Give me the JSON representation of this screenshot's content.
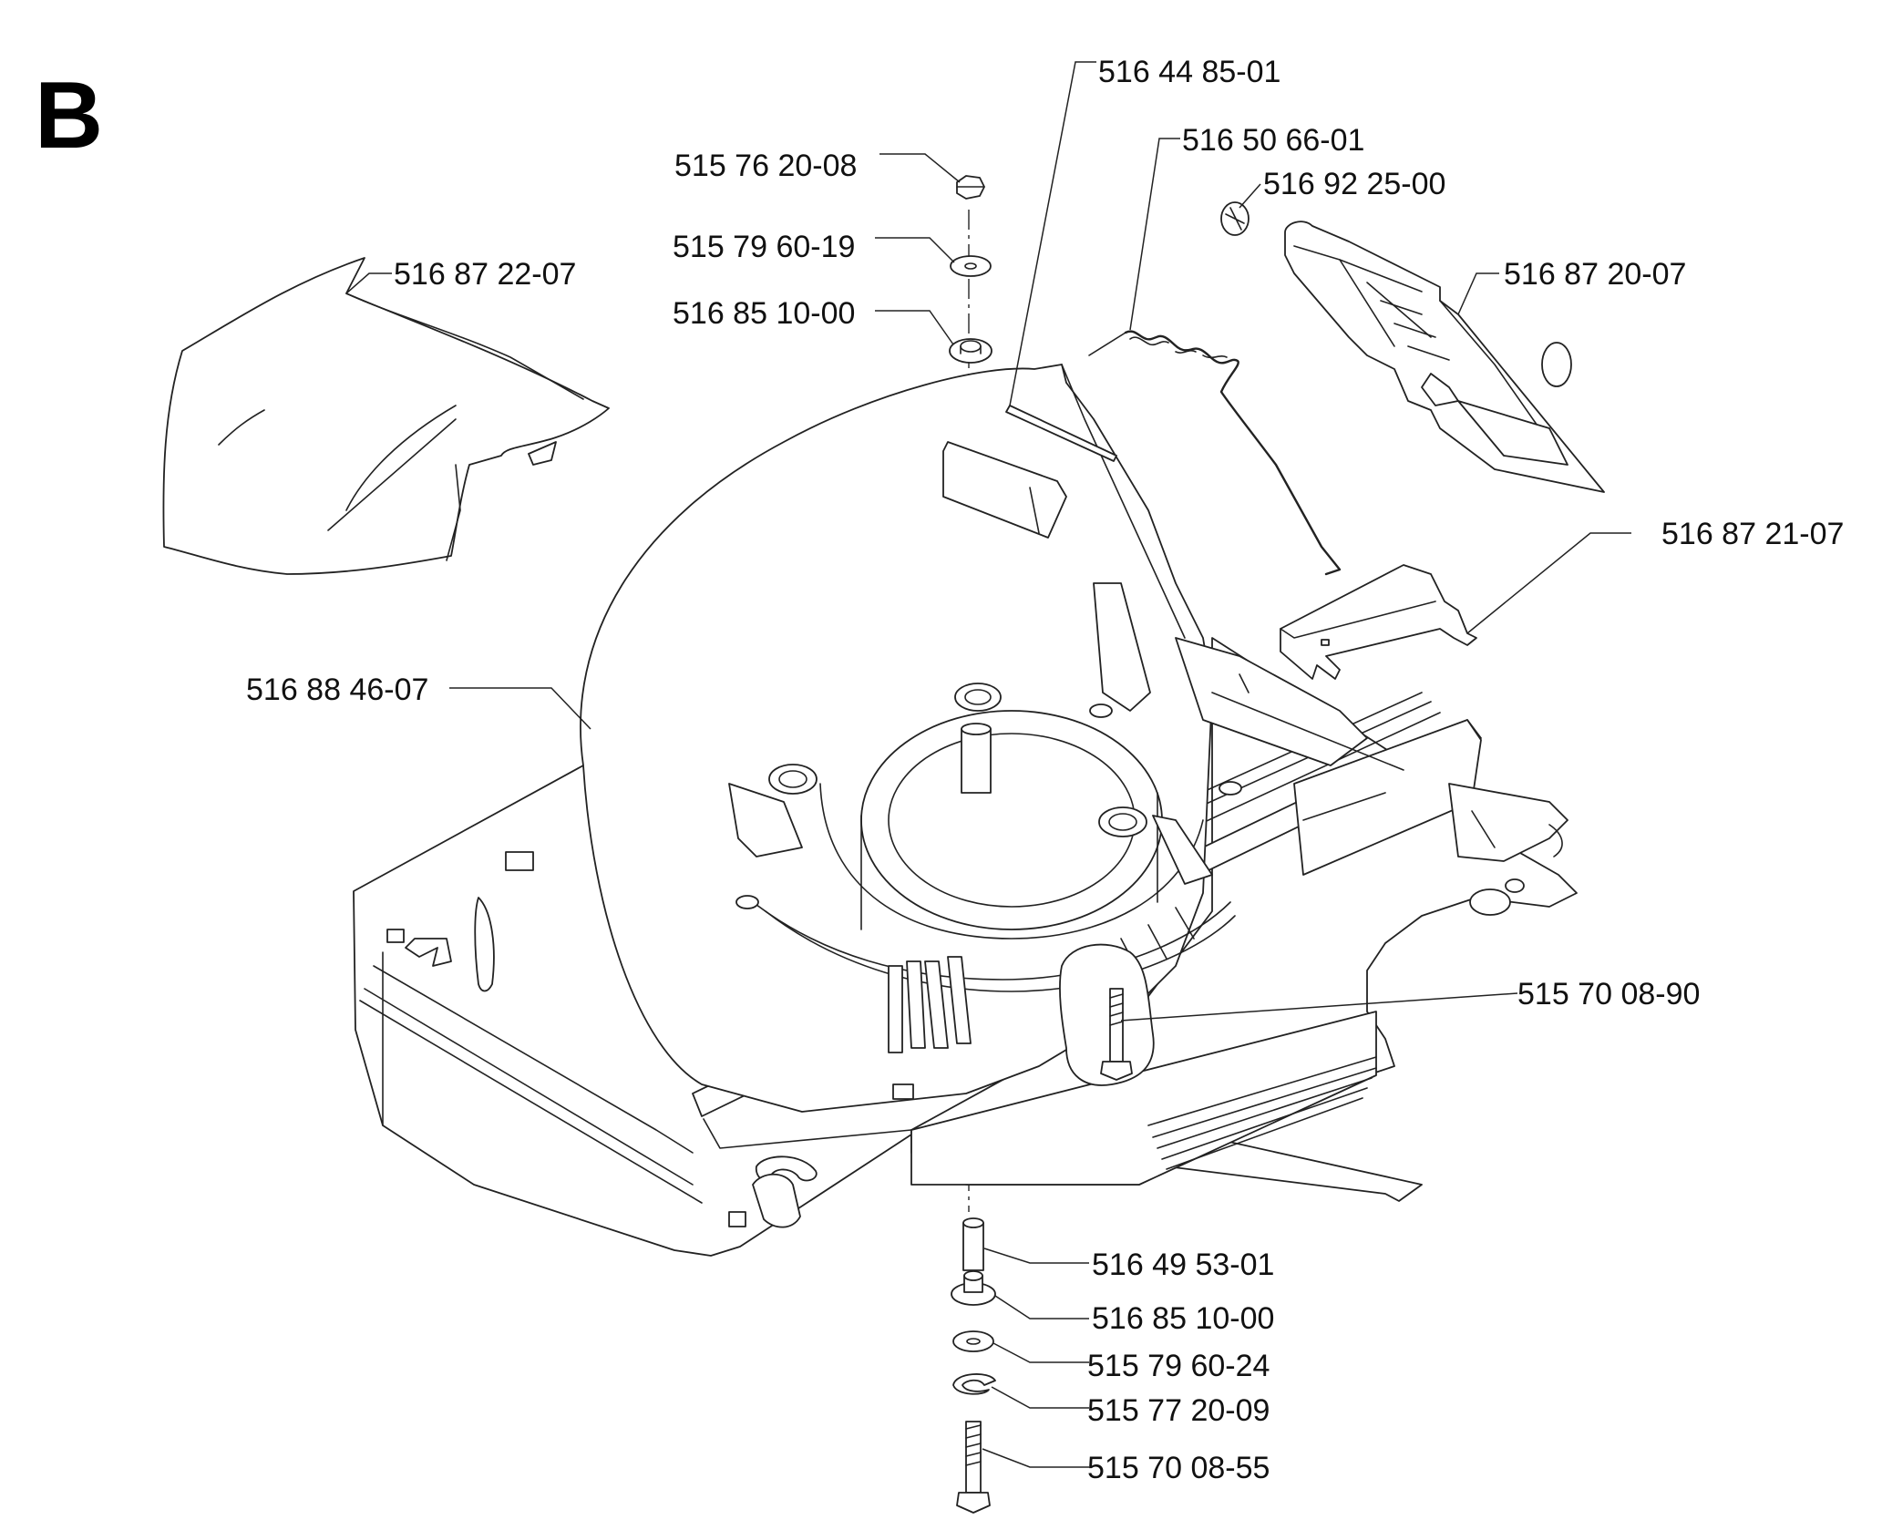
{
  "diagram": {
    "section_letter": "B",
    "parts": [
      {
        "id": "rear-flap",
        "label": "516 87 22-07"
      },
      {
        "id": "pin",
        "label": "516 44 85-01"
      },
      {
        "id": "spring",
        "label": "516 50 66-01"
      },
      {
        "id": "clip",
        "label": "516 92 25-00"
      },
      {
        "id": "lever",
        "label": "516 87 20-07"
      },
      {
        "id": "bracket",
        "label": "516 87 21-07"
      },
      {
        "id": "nut-top",
        "label": "515 76 20-08"
      },
      {
        "id": "washer-top",
        "label": "515 79 60-19"
      },
      {
        "id": "bushing-top",
        "label": "516 85 10-00"
      },
      {
        "id": "deck",
        "label": "516 88 46-07"
      },
      {
        "id": "bolt-side",
        "label": "515 70 08-90"
      },
      {
        "id": "spacer",
        "label": "516 49 53-01"
      },
      {
        "id": "bushing-bottom",
        "label": "516 85 10-00"
      },
      {
        "id": "washer-bottom",
        "label": "515 79 60-24"
      },
      {
        "id": "lock-washer",
        "label": "515 77 20-09"
      },
      {
        "id": "bolt-bottom",
        "label": "515 70 08-55"
      }
    ]
  }
}
